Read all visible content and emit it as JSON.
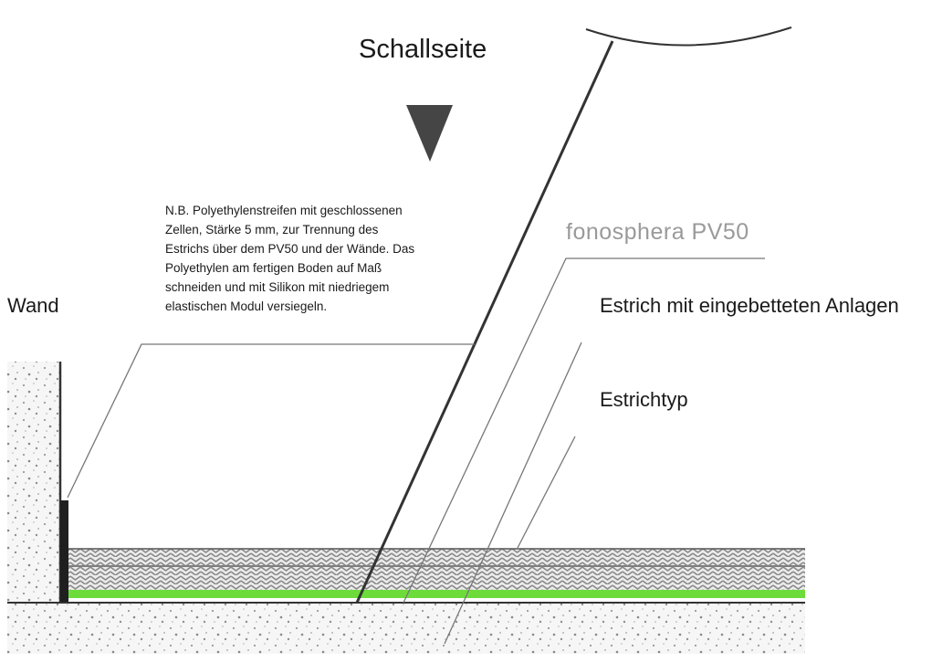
{
  "title": "Schallseite",
  "labels": {
    "wall": "Wand",
    "screed_with_installations": "Estrich mit eingebetteten Anlagen",
    "screed_type": "Estrichtyp",
    "product": "fonosphera PV50"
  },
  "note_lines": [
    "N.B. Polyethylenstreifen mit geschlossenen",
    "Zellen, Stärke 5 mm, zur Trennung des",
    "Estrichs über dem PV50 und der Wände. Das",
    "Polyethylen am fertigen Boden auf Maß",
    "schneiden und mit Silikon mit niedriegem",
    "elastischen Modul versiegeln."
  ],
  "colors": {
    "pv50_layer": "#6ddc3a",
    "concrete_fill": "#f6f6f6",
    "arrow": "#454545",
    "leader_line": "#777777",
    "product_text": "#9a9a9a"
  }
}
